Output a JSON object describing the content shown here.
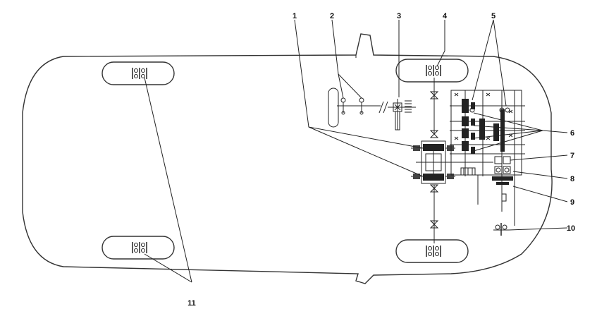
{
  "diagram": {
    "callouts": [
      "1",
      "2",
      "3",
      "4",
      "5",
      "6",
      "7",
      "8",
      "9",
      "10",
      "11"
    ]
  },
  "colors": {
    "line": "#222222",
    "watermark": "#c6cec6"
  },
  "icons": {
    "wheel": "wheel-bearing-icon",
    "logo": "manufacturer-watermark-logo"
  }
}
